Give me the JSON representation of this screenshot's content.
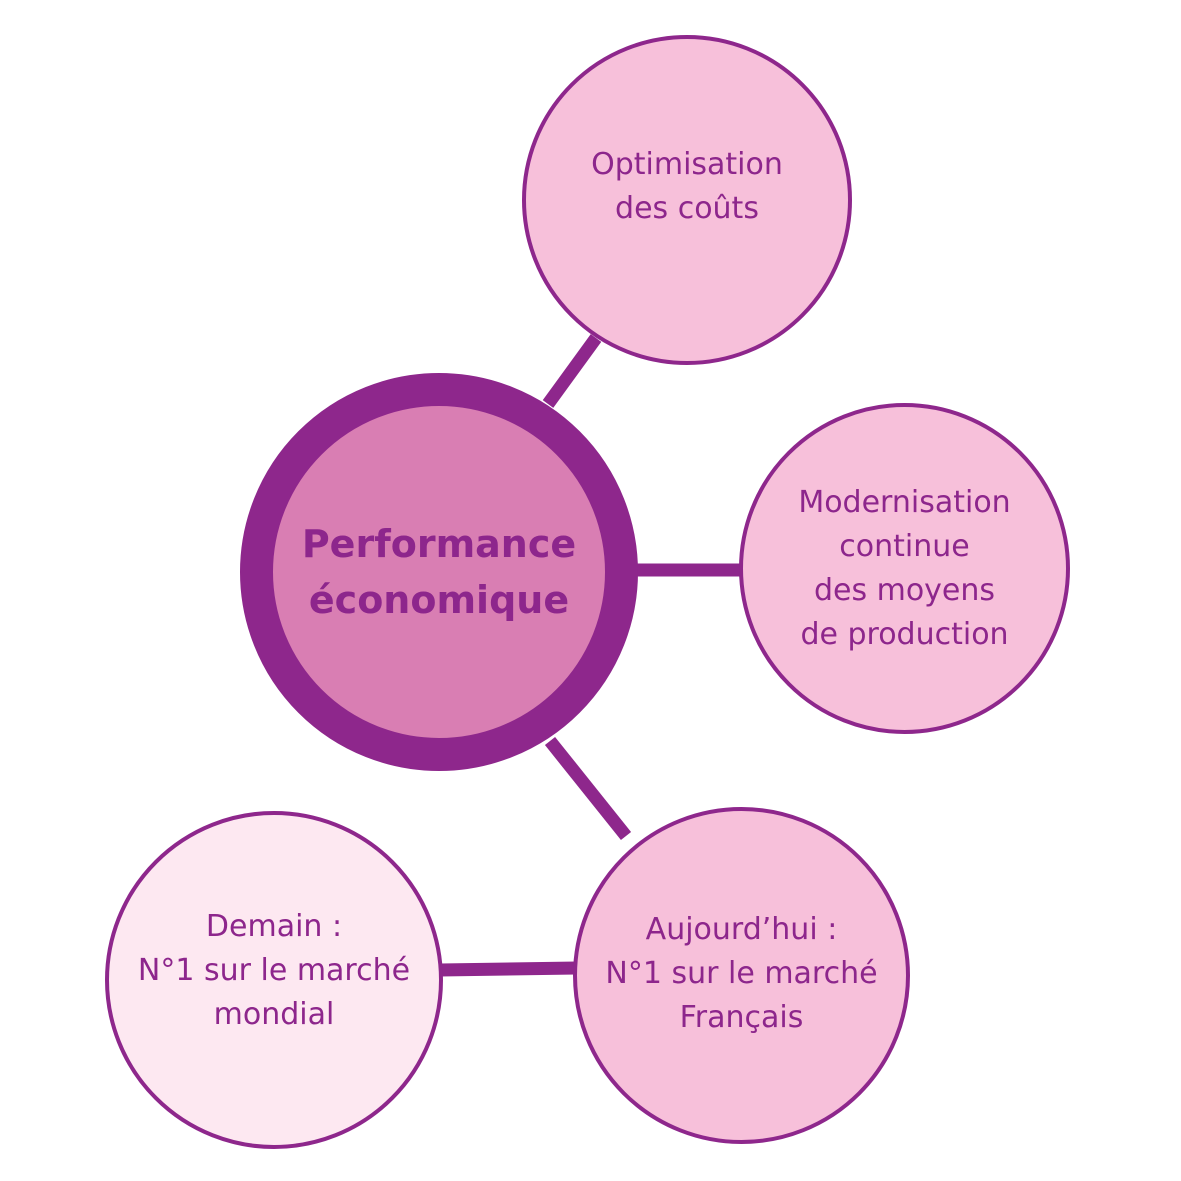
{
  "colors": {
    "accent": "#8e278c",
    "text": "#8d268c",
    "center_fill": "#d97eb3",
    "node_fill": "#f7c0da",
    "light_node_fill": "#fde8f1"
  },
  "diagram": {
    "center": {
      "label": "Performance\néconomique"
    },
    "nodes": {
      "couts": {
        "label": "Optimisation\ndes coûts"
      },
      "modernisation": {
        "label": "Modernisation\ncontinue\ndes moyens\nde production"
      },
      "aujourdhui": {
        "label": "Aujourd’hui :\nN°1 sur le marché\nFrançais"
      },
      "demain": {
        "label": "Demain :\nN°1 sur le marché\nmondial"
      }
    }
  }
}
